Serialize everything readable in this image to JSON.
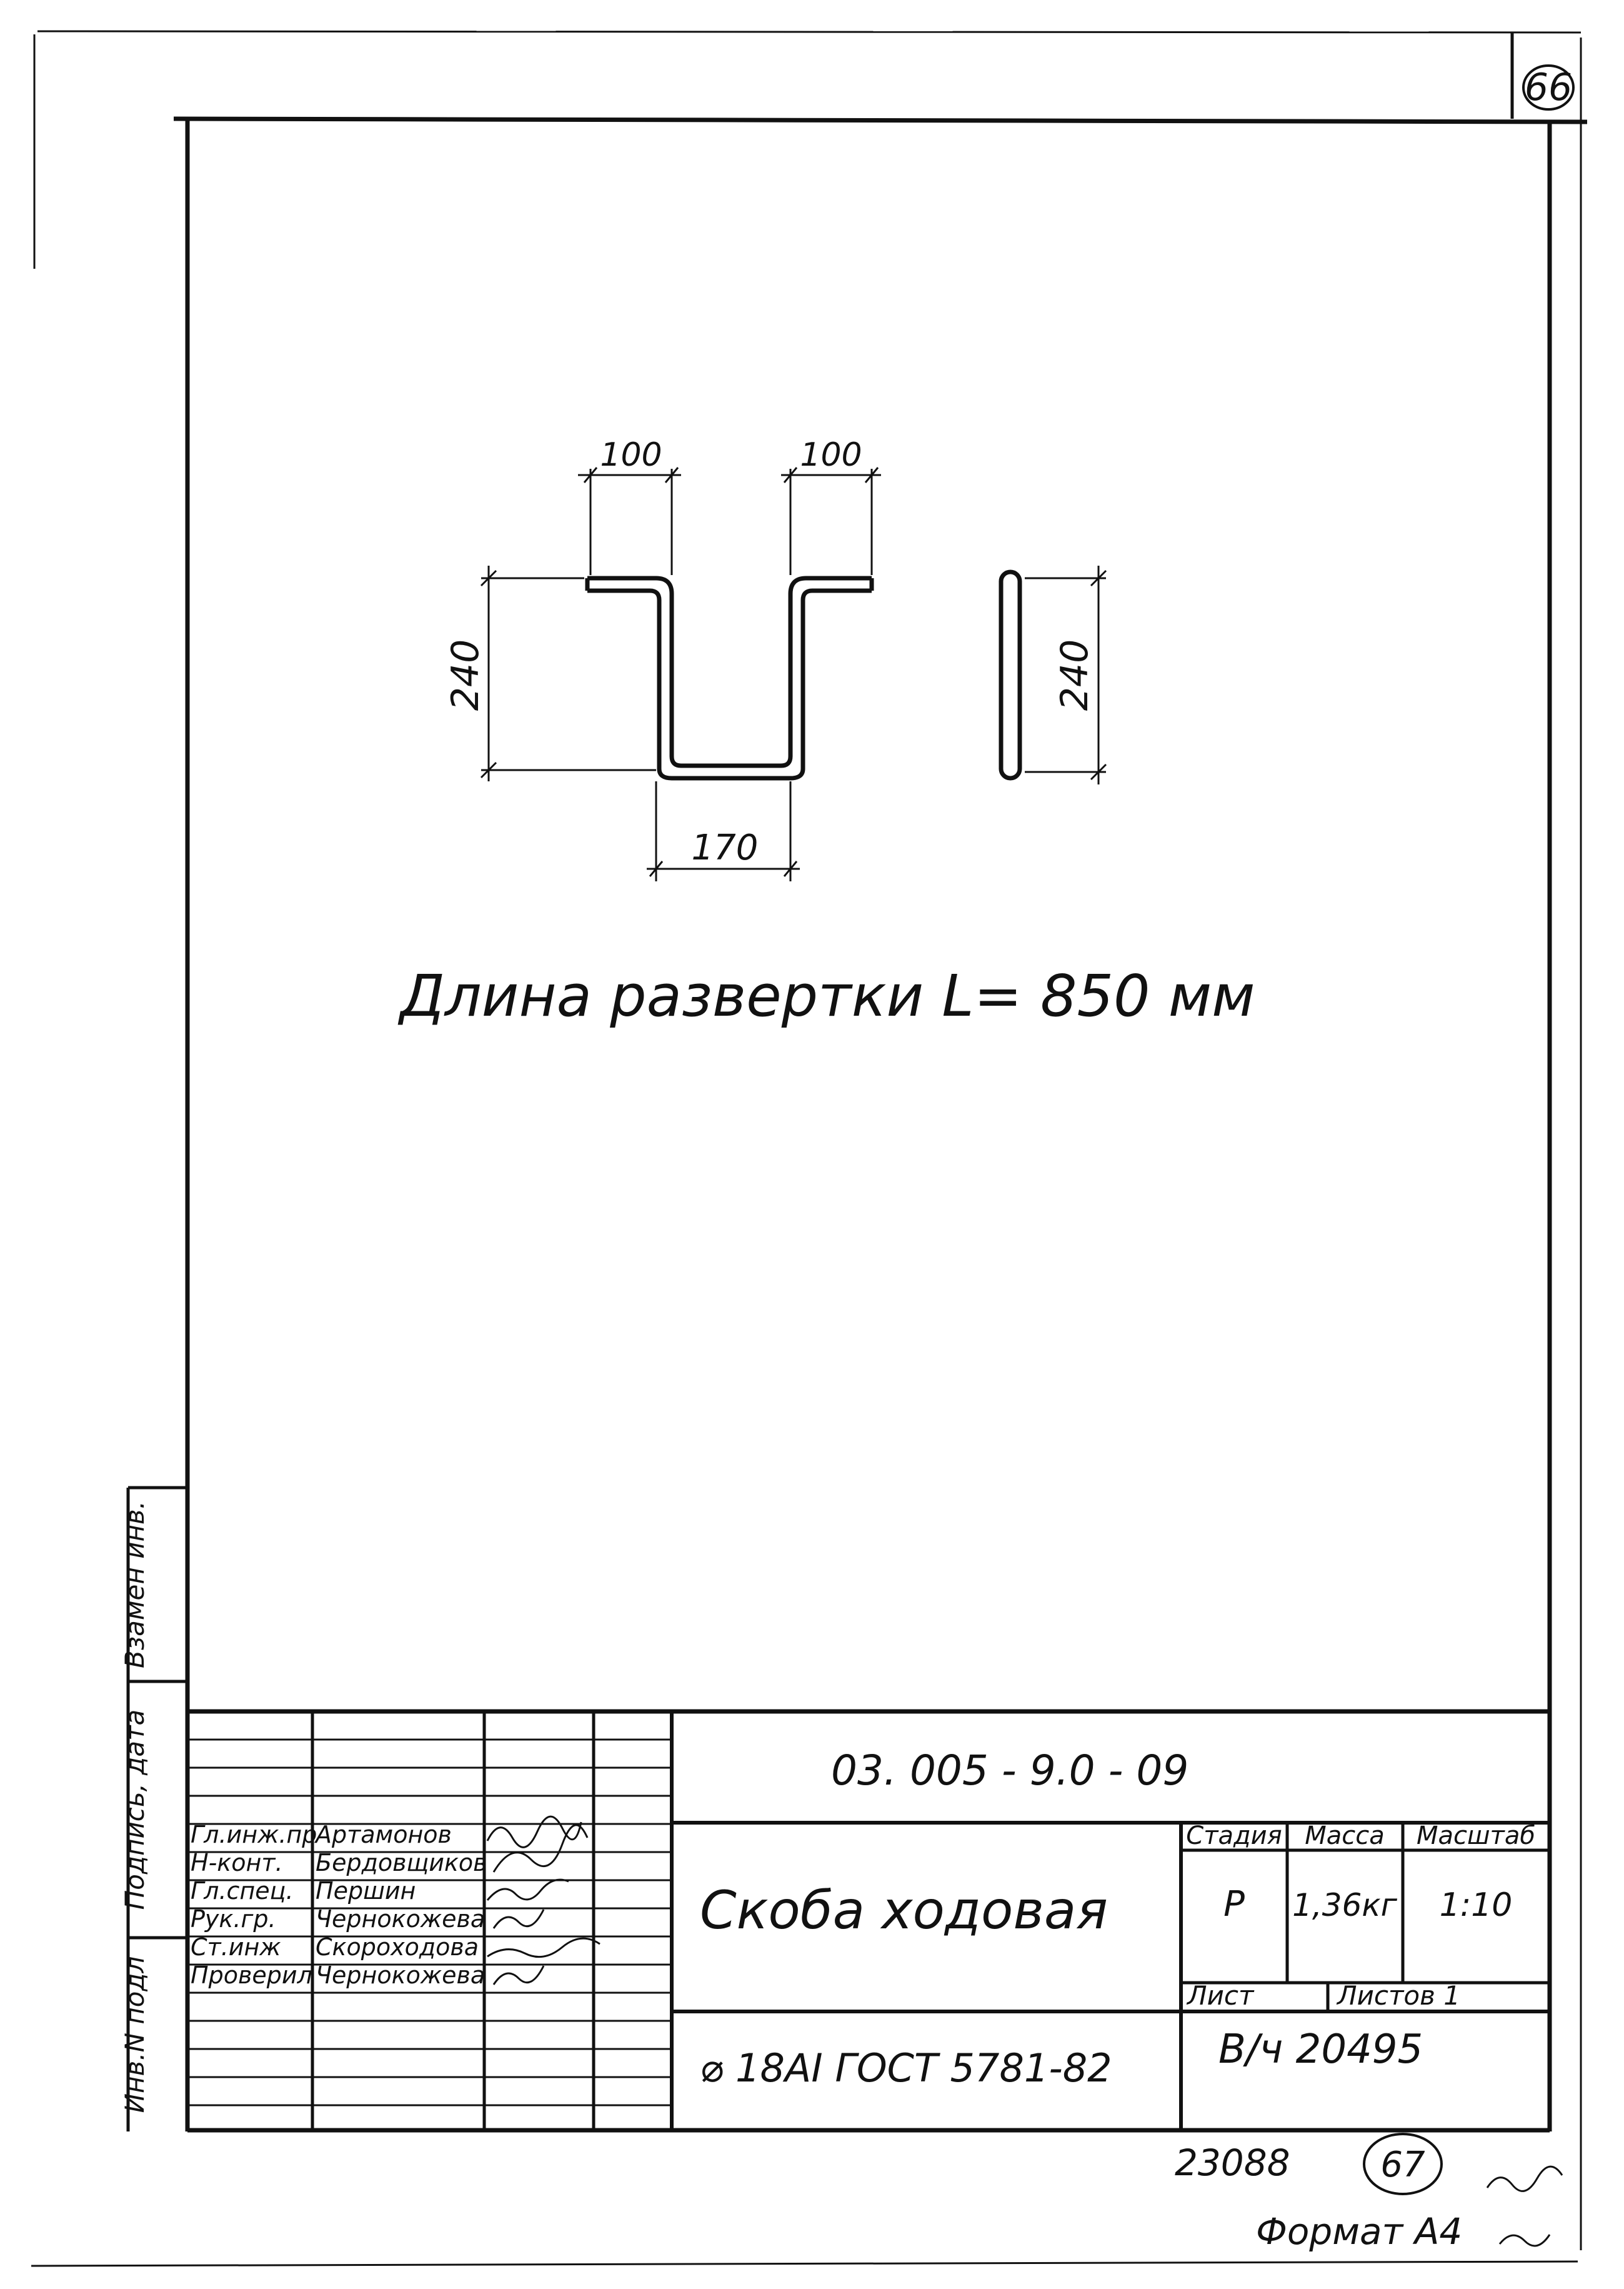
{
  "page_number": "66",
  "drawing": {
    "dim_top_left": "100",
    "dim_top_right": "100",
    "dim_height_left": "240",
    "dim_bottom": "170",
    "dim_height_side": "240",
    "unfold_length": "Длина развертки  L= 850 мм"
  },
  "side_strip": {
    "label_vzam": "Взамен инв.",
    "label_podpis": "Подпись, дата",
    "label_inv": "Инв.N подл"
  },
  "title_block": {
    "doc_code": "03. 005 - 9.0 - 09",
    "title": "Скоба  ходовая",
    "material": "⌀ 18AI ГОСТ 5781-82",
    "stage_header": "Стадия",
    "mass_header": "Масса",
    "scale_header": "Масштаб",
    "stage": "Р",
    "mass": "1,36кг",
    "scale": "1:10",
    "sheet_label": "Лист",
    "sheets_label": "Листов 1",
    "org": "В/ч  20495",
    "signatures": [
      {
        "role": "Гл.инж.пр",
        "name": "Артамонов"
      },
      {
        "role": "Н-конт.",
        "name": "Бердовщиков"
      },
      {
        "role": "Гл.спец.",
        "name": "Першин"
      },
      {
        "role": "Рук.гр.",
        "name": "Чернокожева"
      },
      {
        "role": "Ст.инж",
        "name": "Скороходова"
      },
      {
        "role": "Проверил",
        "name": "Чернокожева"
      }
    ]
  },
  "footer": {
    "inv_number": "23088",
    "circled_number": "67",
    "format": "Формат А4"
  }
}
